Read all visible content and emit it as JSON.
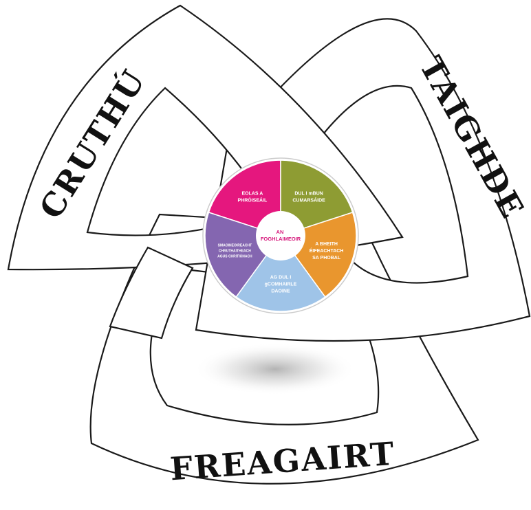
{
  "labels": {
    "left": "CRUTHÚ",
    "right": "TAIGHDE",
    "bottom": "FREAGAIRT"
  },
  "wheel": {
    "center": [
      "AN",
      "FOGHLAIMEOIR"
    ],
    "segments": [
      {
        "lines": [
          "EOLAS A",
          "PHRÓISEÁIL"
        ],
        "color": "#e5177e"
      },
      {
        "lines": [
          "DUL I mBUN",
          "CUMARSÁIDE"
        ],
        "color": "#8e9c33"
      },
      {
        "lines": [
          "A BHEITH",
          "ÉIFEACHTACH",
          "SA PHOBAL"
        ],
        "color": "#e9962e"
      },
      {
        "lines": [
          "AG DUL I",
          "gCOMHAIRLE",
          "DAOINE"
        ],
        "color": "#9fc4e8"
      },
      {
        "lines": [
          "SMAOINEOIREACHT",
          "CHRUTHAITHEACH",
          "AGUS CHRITIÚNACH"
        ],
        "color": "#8466b0"
      }
    ]
  },
  "colors": {
    "outline": "#1a1a1a",
    "hub_text": "#d6197c"
  }
}
